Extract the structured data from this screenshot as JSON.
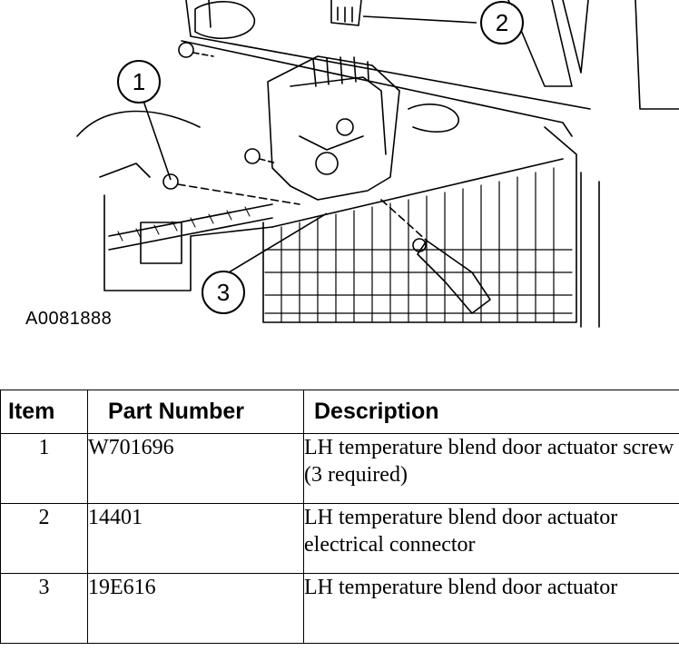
{
  "figure": {
    "figure_id": "A0081888",
    "callouts": [
      "1",
      "2",
      "3"
    ]
  },
  "table": {
    "headers": {
      "item": "Item",
      "part_number": "Part Number",
      "description": "Description"
    },
    "rows": [
      {
        "item": "1",
        "part_number": "W701696",
        "description": "LH temperature blend door actuator screw (3 required)"
      },
      {
        "item": "2",
        "part_number": "14401",
        "description": "LH temperature blend door actuator electrical connector"
      },
      {
        "item": "3",
        "part_number": "19E616",
        "description": "LH temperature blend door actuator"
      }
    ]
  }
}
